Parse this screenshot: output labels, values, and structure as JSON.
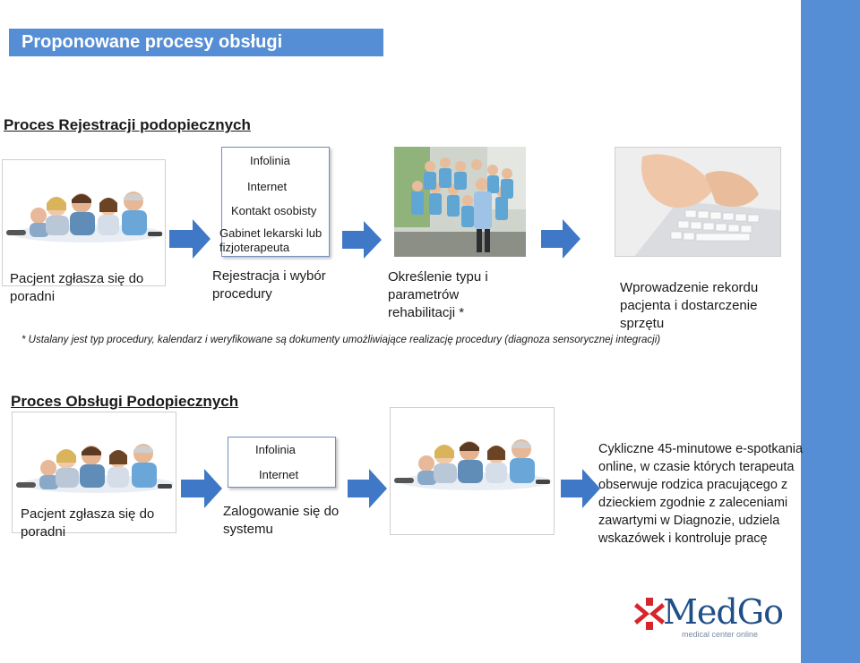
{
  "header": {
    "title": "Proponowane procesy obsługi"
  },
  "section1": {
    "title": "Proces  Rejestracji podopiecznych",
    "step1_label": "Pacjent zgłasza się do poradni",
    "channels": [
      "Infolinia",
      "Internet",
      "Kontakt osobisty",
      "Gabinet lekarski lub fizjoterapeuta"
    ],
    "step2_label": "Rejestracja i wybór procedury",
    "step3_label": "Określenie typu i parametrów rehabilitacji *",
    "step4_label": "Wprowadzenie rekordu pacjenta i dostarczenie sprzętu",
    "footnote": "* Ustalany jest typ procedury, kalendarz i weryfikowane są dokumenty umożliwiające realizację procedury (diagnoza sensorycznej integracji)"
  },
  "section2": {
    "title": "Proces  Obsługi Podopiecznych",
    "step1_label": "Pacjent zgłasza się do poradni",
    "channels": [
      "Infolinia",
      "Internet"
    ],
    "step2_label": "Zalogowanie się do systemu",
    "step4_label": "Cykliczne 45-minutowe e-spotkania online, w czasie których terapeuta obserwuje rodzica pracującego z dzieckiem zgodnie z zaleceniami zawartymi w Diagnozie, udziela wskazówek i kontroluje pracę"
  },
  "logo": {
    "name": "MedGo",
    "tagline": "medical center online",
    "color": "#1f4f88",
    "cross_color": "#d7262b"
  },
  "colors": {
    "accent": "#558ed5",
    "arrow": "#3f78c6"
  }
}
